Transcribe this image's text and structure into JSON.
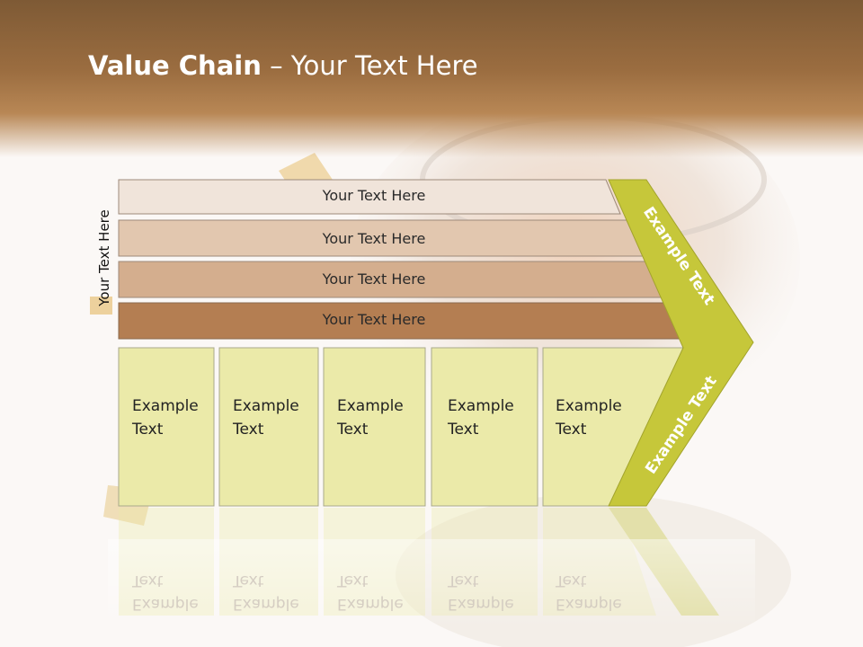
{
  "title": {
    "bold": "Value Chain",
    "rest": " – Your Text Here"
  },
  "side_label": "Your Text Here",
  "bars": [
    {
      "label": "Your Text Here",
      "color": "#f0e4da"
    },
    {
      "label": "Your Text Here",
      "color": "#e2c7af"
    },
    {
      "label": "Your Text Here",
      "color": "#d4ae8e"
    },
    {
      "label": "Your Text Here",
      "color": "#b47e52"
    }
  ],
  "cells": [
    {
      "line1": "Example",
      "line2": "Text"
    },
    {
      "line1": "Example",
      "line2": "Text"
    },
    {
      "line1": "Example",
      "line2": "Text"
    },
    {
      "line1": "Example",
      "line2": "Text"
    },
    {
      "line1": "Example",
      "line2": "Text"
    }
  ],
  "chevron_top_label": "Example Text",
  "chevron_bottom_label": "Example Text",
  "colors": {
    "cell": "#ebeaa9",
    "chevron": "#c6c73a",
    "header": "#8a6238"
  }
}
